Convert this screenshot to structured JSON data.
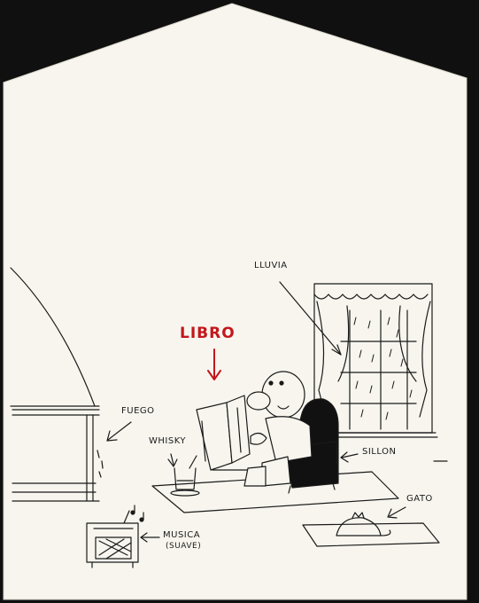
{
  "labels": {
    "libro": "LIBRO",
    "lluvia": "LLUVIA",
    "fuego": "FUEGO",
    "whisky": "WHISKY",
    "sillon": "SILLON",
    "gato": "GATO",
    "musica": "MUSICA",
    "musica_sub": "(SUAVE)"
  },
  "colors": {
    "paper": "#f7f5ee",
    "ink": "#1a1a1a",
    "accent_red": "#c4161c",
    "background": "#101010"
  }
}
